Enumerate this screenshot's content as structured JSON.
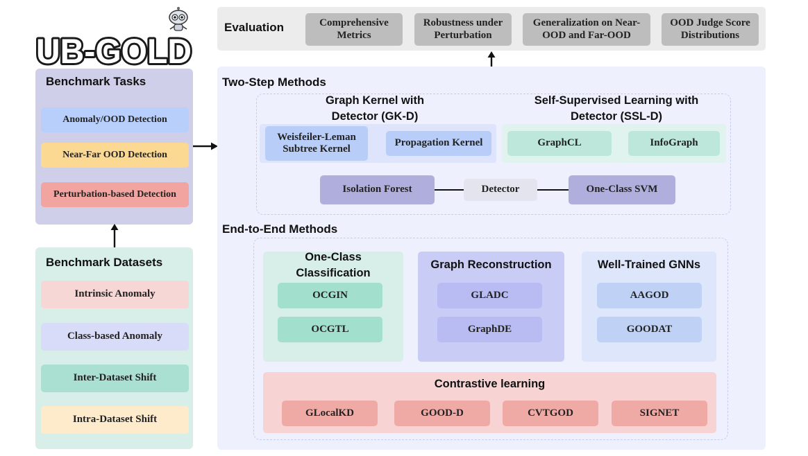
{
  "logo": {
    "text": "UB-GOLD",
    "mascot": "robot-mascot-icon"
  },
  "benchmark_tasks": {
    "title": "Benchmark Tasks",
    "items": [
      "Anomaly/OOD Detection",
      "Near-Far OOD Detection",
      "Perturbation-based Detection"
    ]
  },
  "benchmark_datasets": {
    "title": "Benchmark Datasets",
    "items": [
      "Intrinsic Anomaly",
      "Class-based Anomaly",
      "Inter-Dataset Shift",
      "Intra-Dataset Shift"
    ]
  },
  "evaluation": {
    "title": "Evaluation",
    "items": [
      "Comprehensive Metrics",
      "Robustness under Perturbation",
      "Generalization on Near-OOD and Far-OOD",
      "OOD Judge Score Distributions"
    ]
  },
  "two_step": {
    "title": "Two-Step Methods",
    "gk_title": "Graph Kernel with Detector (GK-D)",
    "gk_items": [
      "Weisfeiler-Leman Subtree Kernel",
      "Propagation Kernel"
    ],
    "ssl_title": "Self-Supervised Learning with Detector (SSL-D)",
    "ssl_items": [
      "GraphCL",
      "InfoGraph"
    ],
    "detector_label": "Detector",
    "detectors": [
      "Isolation Forest",
      "One-Class SVM"
    ]
  },
  "end_to_end": {
    "title": "End-to-End Methods",
    "occ_title": "One-Class Classification",
    "occ_items": [
      "OCGIN",
      "OCGTL"
    ],
    "gr_title": "Graph Reconstruction",
    "gr_items": [
      "GLADC",
      "GraphDE"
    ],
    "wt_title": "Well-Trained GNNs",
    "wt_items": [
      "AAGOD",
      "GOODAT"
    ],
    "cl_title": "Contrastive learning",
    "cl_items": [
      "GLocalKD",
      "GOOD-D",
      "CVTGOD",
      "SIGNET"
    ]
  },
  "colors": {
    "tasks_panel": "#cfcfea",
    "datasets_panel": "#d8efe9",
    "eval_panel": "#ececec",
    "methods_panel": "#eef0fd",
    "anomaly": "#b7cffa",
    "nearfar": "#fbd992",
    "perturb": "#f2a5a0"
  }
}
